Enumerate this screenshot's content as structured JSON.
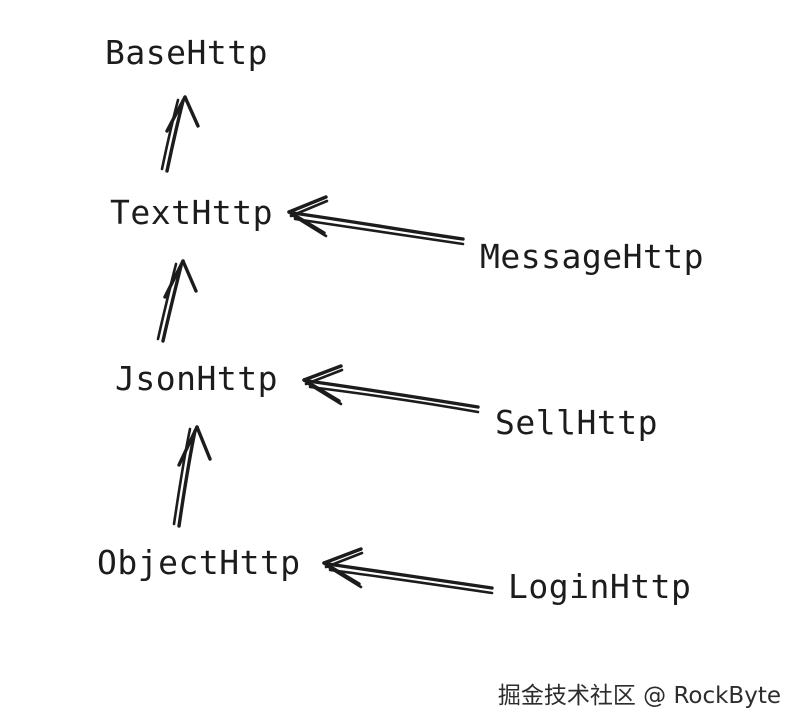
{
  "diagram": {
    "nodes": [
      {
        "id": "basehttp",
        "label": "BaseHttp"
      },
      {
        "id": "texthttp",
        "label": "TextHttp"
      },
      {
        "id": "messagehttp",
        "label": "MessageHttp"
      },
      {
        "id": "jsonhttp",
        "label": "JsonHttp"
      },
      {
        "id": "sellhttp",
        "label": "SellHttp"
      },
      {
        "id": "objecthttp",
        "label": "ObjectHttp"
      },
      {
        "id": "loginhttp",
        "label": "LoginHttp"
      }
    ],
    "edges": [
      {
        "from": "TextHttp",
        "to": "BaseHttp"
      },
      {
        "from": "JsonHttp",
        "to": "TextHttp"
      },
      {
        "from": "ObjectHttp",
        "to": "JsonHttp"
      },
      {
        "from": "MessageHttp",
        "to": "TextHttp"
      },
      {
        "from": "SellHttp",
        "to": "JsonHttp"
      },
      {
        "from": "LoginHttp",
        "to": "ObjectHttp"
      }
    ],
    "watermark": "掘金技术社区 @ RockByte",
    "colors": {
      "ink": "#1c1c1c",
      "background": "#ffffff"
    }
  }
}
